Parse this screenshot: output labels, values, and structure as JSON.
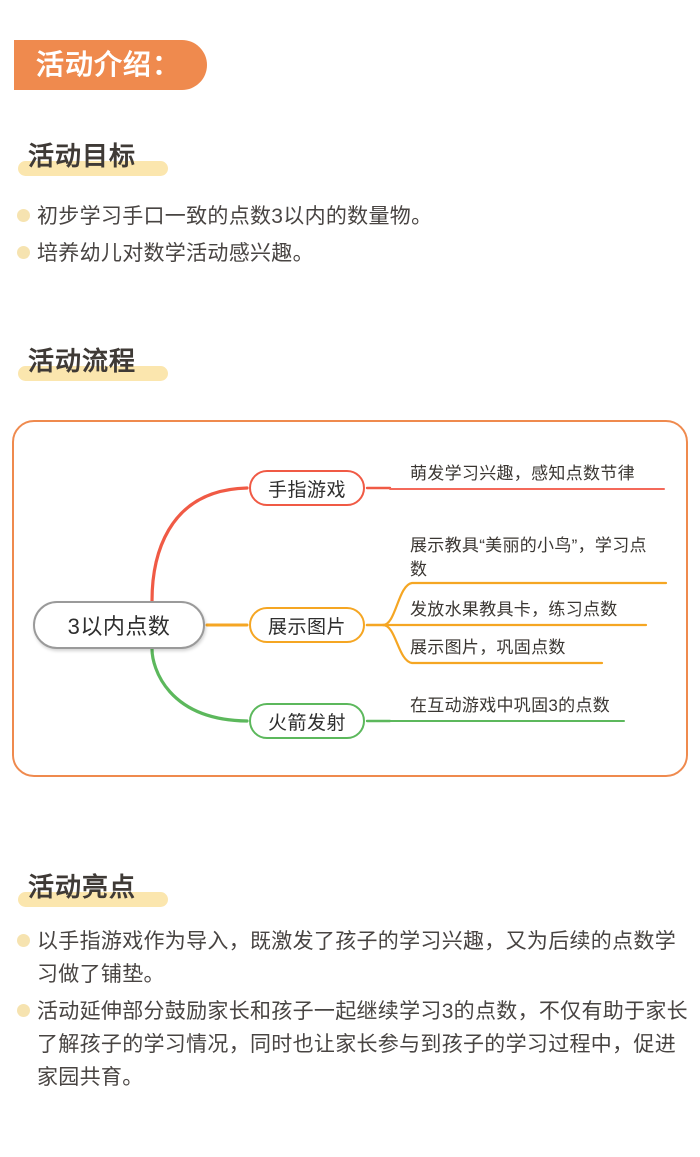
{
  "header": {
    "tag_label": "活动介绍：",
    "tag_color": "#ef8a4e"
  },
  "sections": {
    "goals": {
      "heading": "活动目标",
      "bullets": [
        "初步学习手口一致的点数3以内的数量物。",
        "培养幼儿对数学活动感兴趣。"
      ]
    },
    "flow": {
      "heading": "活动流程"
    },
    "highlights": {
      "heading": "活动亮点",
      "bullets": [
        "以手指游戏作为导入，既激发了孩子的学习兴趣，又为后续的点数学习做了铺垫。",
        "活动延伸部分鼓励家长和孩子一起继续学习3的点数，不仅有助于家长了解孩子的学习情况，同时也让家长参与到孩子的学习过程中，促进家园共育。"
      ]
    }
  },
  "mindmap": {
    "container_border_color": "#ef8a4e",
    "center": {
      "label": "3以内点数",
      "border_color": "#9a9a9a"
    },
    "branches": [
      {
        "label": "手指游戏",
        "color": "#f05a45",
        "leaves": [
          "萌发学习兴趣，感知点数节律"
        ]
      },
      {
        "label": "展示图片",
        "color": "#f5a623",
        "leaves": [
          "展示教具“美丽的小鸟”，学习点数",
          "发放水果教具卡，练习点数",
          "展示图片，巩固点数"
        ]
      },
      {
        "label": "火箭发射",
        "color": "#5cb85c",
        "leaves": [
          "在互动游戏中巩固3的点数"
        ]
      }
    ]
  },
  "theme": {
    "highlight_bar": "#fbe6ae",
    "bullet_dot": "#f6e3b0",
    "heading_text": "#3f3a36"
  }
}
